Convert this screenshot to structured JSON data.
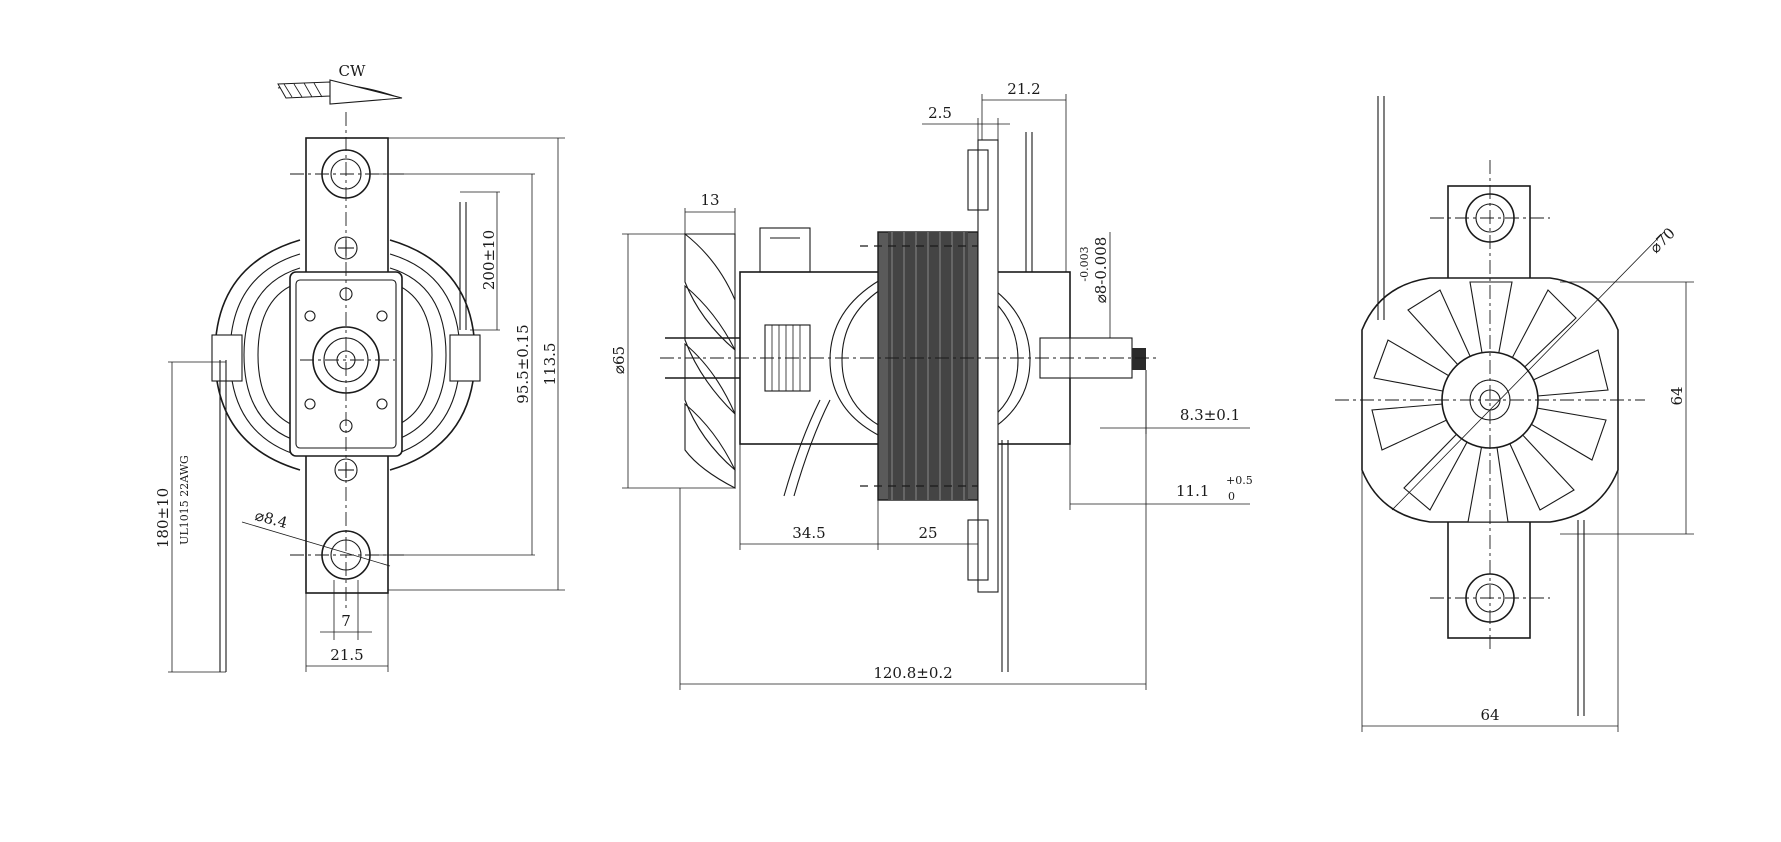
{
  "front_view": {
    "rotation_label": "CW",
    "dim_overall_height": "113.5",
    "dim_hole_spacing": "95.5±0.15",
    "dim_lead_length_right": "200±10",
    "dim_lead_length_left": "180±10",
    "wire_spec": "UL1015  22AWG",
    "dim_hole_diameter": "⌀8.4",
    "dim_slot_width": "7",
    "dim_bracket_width": "21.5"
  },
  "side_view": {
    "dim_fan_thickness": "13",
    "dim_fan_diameter": "⌀65",
    "dim_bracket_thickness": "2.5",
    "dim_bracket_offset": "21.2",
    "dim_shaft_tol_a": "-0.003",
    "dim_shaft_tol_b": "⌀8-0.008",
    "dim_shaft_length_a": "8.3±0.1",
    "dim_shaft_length_b_base": "11.1",
    "dim_shaft_length_b_sup": "+0.5",
    "dim_shaft_length_b_sub": "0",
    "dim_housing_length": "34.5",
    "dim_stack_length": "25",
    "dim_overall_length": "120.8±0.2"
  },
  "rear_view": {
    "dim_outer_diameter": "⌀70",
    "dim_height": "64",
    "dim_width": "64"
  }
}
